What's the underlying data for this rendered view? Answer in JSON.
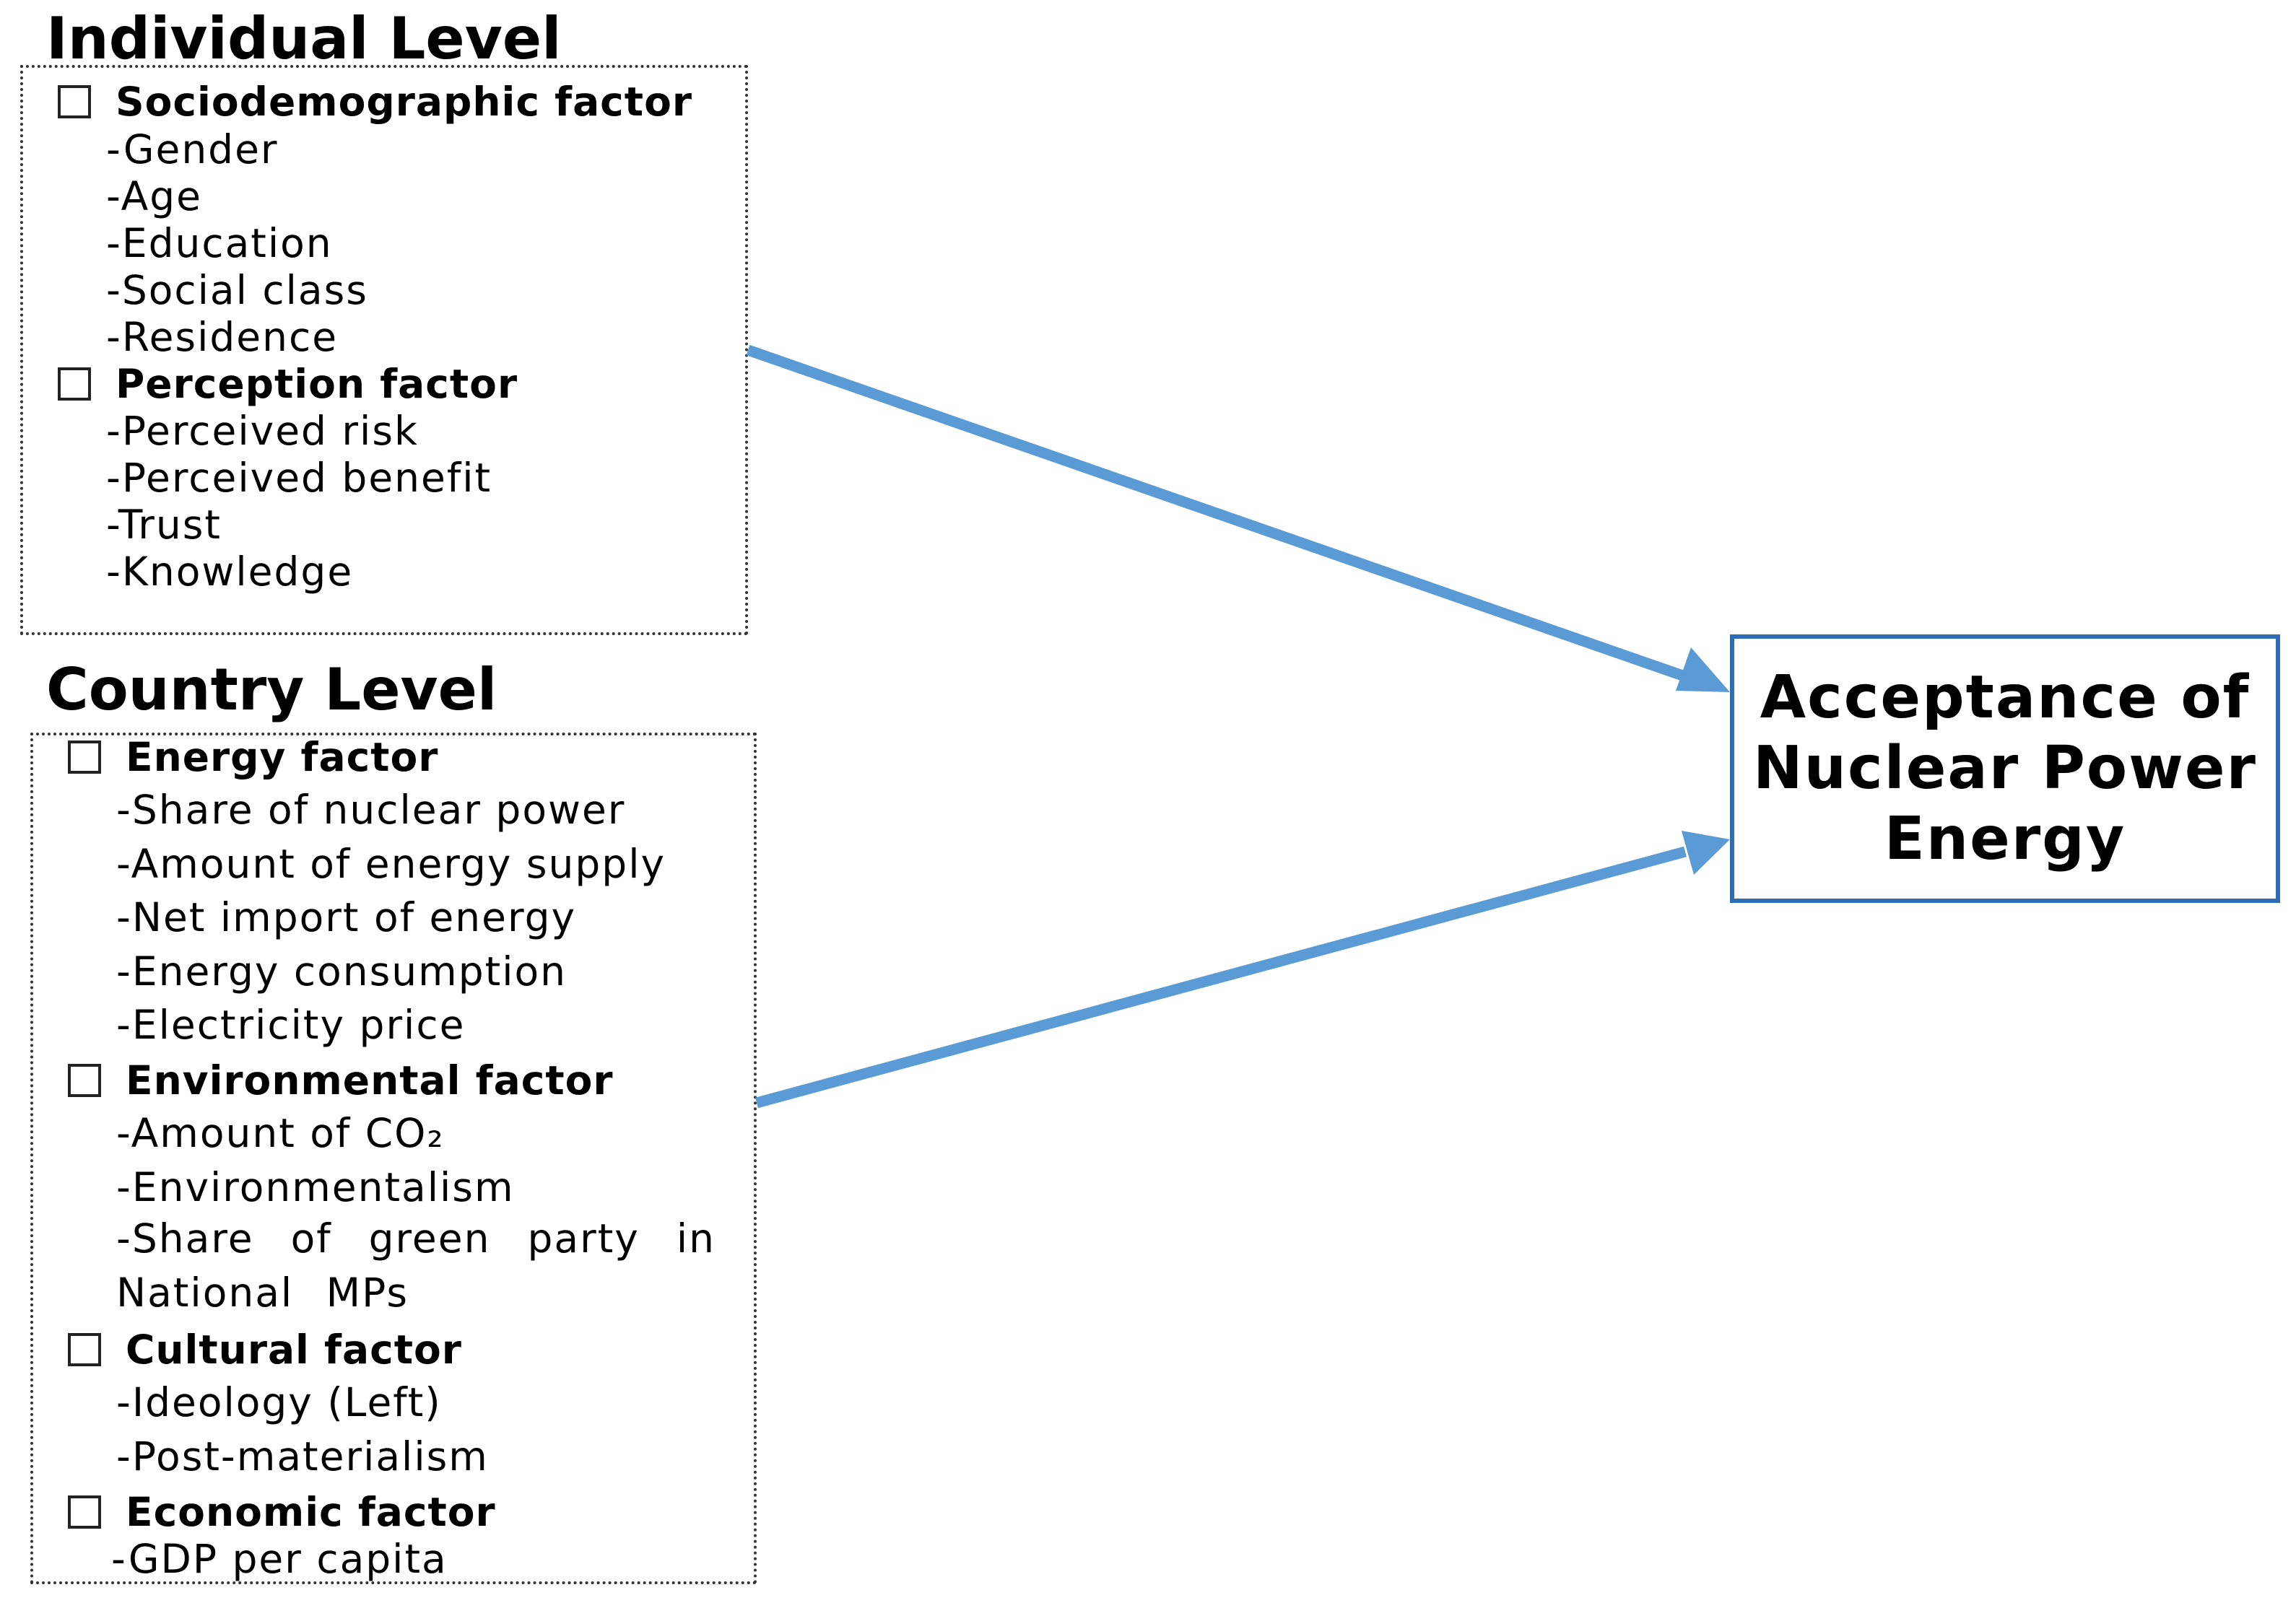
{
  "individual": {
    "title": "Individual Level",
    "groups": [
      {
        "label": "Sociodemographic factor",
        "items": [
          "-Gender",
          "-Age",
          "-Education",
          "-Social class",
          "-Residence"
        ]
      },
      {
        "label": "Perception factor",
        "items": [
          "-Perceived risk",
          "-Perceived benefit",
          "-Trust",
          "-Knowledge"
        ]
      }
    ]
  },
  "country": {
    "title": "Country Level",
    "groups": [
      {
        "label": "Energy factor",
        "items": [
          "-Share of nuclear power",
          "-Amount of energy supply",
          "-Net import of energy",
          "-Energy consumption",
          "-Electricity price"
        ]
      },
      {
        "label": "Environmental factor",
        "items": [
          "-Amount of CO₂",
          "-Environmentalism",
          "-Share of green party in National MPs"
        ]
      },
      {
        "label": "Cultural factor",
        "items": [
          "-Ideology (Left)",
          "-Post-materialism"
        ]
      },
      {
        "label": "Economic factor",
        "items": [
          "-GDP per capita"
        ]
      }
    ]
  },
  "target": {
    "label": "Acceptance of Nuclear Power Energy"
  },
  "colors": {
    "arrow": "#5b9bd5",
    "target_border": "#2e6db5"
  }
}
